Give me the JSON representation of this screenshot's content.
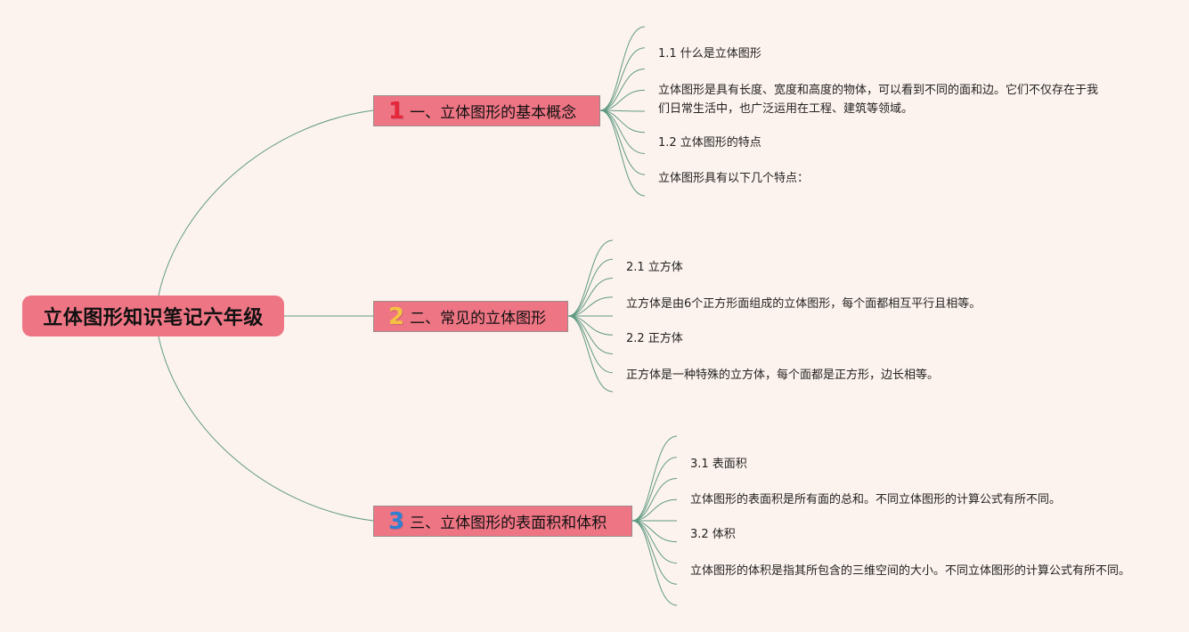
{
  "root": {
    "title": "立体图形知识笔记六年级"
  },
  "colors": {
    "background": "#fdf3ee",
    "node": "#ee7584",
    "line": "#5f9a82"
  },
  "branches": [
    {
      "number": "1",
      "number_color": "#e6273b",
      "label": "一、立体图形的基本概念",
      "leaves": [
        "1.1 什么是立体图形",
        "立体图形是具有长度、宽度和高度的物体，可以看到不同的面和边。它们不仅存在于我们日常生活中，也广泛运用在工程、建筑等领域。",
        "1.2 立体图形的特点",
        "立体图形具有以下几个特点："
      ]
    },
    {
      "number": "2",
      "number_color": "#f5c342",
      "label": "二、常见的立体图形",
      "leaves": [
        "2.1 立方体",
        "立方体是由6个正方形面组成的立体图形，每个面都相互平行且相等。",
        "2.2 正方体",
        "正方体是一种特殊的立方体，每个面都是正方形，边长相等。"
      ]
    },
    {
      "number": "3",
      "number_color": "#2f7fd3",
      "label": "三、立体图形的表面积和体积",
      "leaves": [
        "3.1 表面积",
        "立体图形的表面积是所有面的总和。不同立体图形的计算公式有所不同。",
        "3.2 体积",
        "立体图形的体积是指其所包含的三维空间的大小。不同立体图形的计算公式有所不同。"
      ]
    }
  ]
}
